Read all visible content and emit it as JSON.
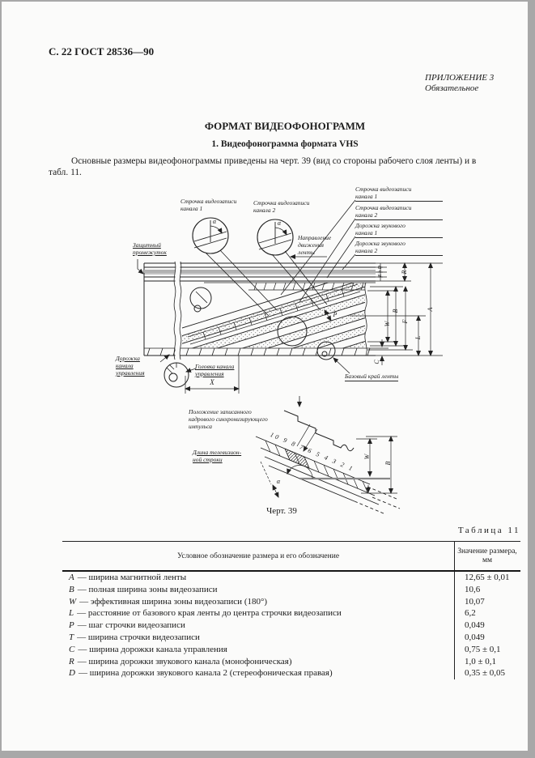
{
  "header": {
    "page_ref": "С. 22 ГОСТ 28536—90",
    "annex": "ПРИЛОЖЕНИЕ 3",
    "annex_note": "Обязательное"
  },
  "title": "ФОРМАТ ВИДЕОФОНОГРАММ",
  "subtitle": "1. Видеофонограмма формата VHS",
  "intro_l1": "Основные размеры видеофонограммы приведены на черт. 39 (вид со стороны рабочего слоя ленты) и в",
  "intro_l2": "табл. 11.",
  "diagram": {
    "callout1": {
      "l1": "Строчка видеозаписи",
      "l2": "канала 1"
    },
    "callout2": {
      "l1": "Строчка видеозаписи",
      "l2": "канала 2"
    },
    "direction": {
      "l1": "Направление",
      "l2": "движения",
      "l3": "ленты"
    },
    "guard": {
      "l1": "Защитный",
      "l2": "промежуток"
    },
    "right_labels": [
      {
        "l1": "Строчка видеозаписи",
        "l2": "канала 1"
      },
      {
        "l1": "Строчка видеозаписи",
        "l2": "канала 2"
      },
      {
        "l1": "Дорожка звукового",
        "l2": "канала 1"
      },
      {
        "l1": "Дорожка звукового",
        "l2": "канала 2"
      }
    ],
    "control_track": {
      "l1": "Дорожка",
      "l2": "канала",
      "l3": "управления"
    },
    "control_head": {
      "l1": "Головка канала",
      "l2": "управления"
    },
    "base_edge": "Базовый край ленты",
    "sync_pulse": {
      "l1": "Положение записанного",
      "l2": "кадрового синхронизирующего",
      "l3": "импульса"
    },
    "tv_line": {
      "l1": "Длина телевизион-",
      "l2": "ной строки"
    },
    "track_numbers": "10 9 8 7 6 5 4 3 2 1",
    "dims": {
      "A": "A",
      "B": "B",
      "W": "W",
      "F": "F",
      "L": "L",
      "R": "R",
      "C": "C",
      "EHD": "E h D",
      "X": "X",
      "P": "P",
      "alpha": "α",
      "W2": "W",
      "B2": "B"
    },
    "figure_caption": "Черт. 39"
  },
  "table": {
    "caption": "Таблица 11",
    "col1_header": "Условное обозначение размера и его обозначение",
    "col2_header_1": "Значение размера,",
    "col2_header_2": "мм",
    "rows": [
      {
        "symbol": "A",
        "desc": "— ширина магнитной ленты",
        "value": "12,65 ± 0,01"
      },
      {
        "symbol": "B",
        "desc": "— полная ширина зоны видеозаписи",
        "value": "10,6"
      },
      {
        "symbol": "W",
        "desc": "— эффективная ширина зоны видеозаписи (180°)",
        "value": "10,07"
      },
      {
        "symbol": "L",
        "desc": "— расстояние от базового края ленты до центра строчки видеозаписи",
        "value": "6,2"
      },
      {
        "symbol": "P",
        "desc": "— шаг строчки видеозаписи",
        "value": "0,049"
      },
      {
        "symbol": "T",
        "desc": "— ширина строчки видеозаписи",
        "value": "0,049"
      },
      {
        "symbol": "C",
        "desc": "— ширина дорожки канала управления",
        "value": "0,75 ± 0,1"
      },
      {
        "symbol": "R",
        "desc": "— ширина дорожки звукового канала (монофоническая)",
        "value": "1,0 ± 0,1"
      },
      {
        "symbol": "D",
        "desc": "— ширина дорожки звукового канала 2 (стереофоническая правая)",
        "value": "0,35 ± 0,05"
      }
    ]
  }
}
